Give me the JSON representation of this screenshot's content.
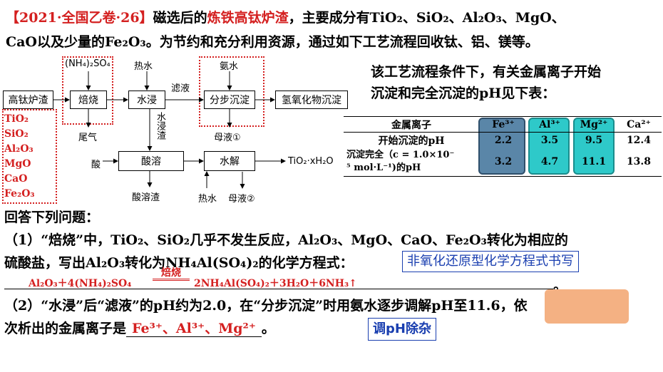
{
  "header": {
    "tag": "【2021·全国乙卷·26】",
    "intro1": "磁选后的",
    "highlight": "炼铁高钛炉渣",
    "intro2": "，主要成分有TiO₂、SiO₂、Al₂O₃、MgO、",
    "line2": "CaO以及少量的Fe₂O₃。为节约和充分利用资源，通过如下工艺流程回收钛、铝、镁等。"
  },
  "flow": {
    "reagent_nh4so4": "(NH₄)₂SO₄",
    "hot_water_top": "热水",
    "ammonia": "氨水",
    "filtrate": "滤液",
    "start": "高钛炉渣",
    "roast": "焙烧",
    "leach": "水浸",
    "precip": "分步沉淀",
    "hydroxide": "氢氧化物沉淀",
    "tail_gas": "尾气",
    "residue": "水浸渣",
    "mother1": "母液①",
    "acid": "酸",
    "acid_dissolve": "酸溶",
    "hydrolysis": "水解",
    "product": "TiO₂·xH₂O",
    "acid_residue": "酸溶渣",
    "hot_water_bottom": "热水",
    "mother2": "母液②",
    "components": [
      "TiO₂",
      "SiO₂",
      "Al₂O₃",
      "MgO",
      "CaO",
      "Fe₂O₃"
    ]
  },
  "right_text": {
    "line1": "该工艺流程条件下，有关金属离子开始",
    "line2": "沉淀和完全沉淀的pH见下表："
  },
  "table": {
    "header": "金属离子",
    "ions": [
      "Fe³⁺",
      "Al³⁺",
      "Mg²⁺",
      "Ca²⁺"
    ],
    "row1_label": "开始沉淀的pH",
    "row1": [
      "2.2",
      "3.5",
      "9.5",
      "12.4"
    ],
    "row2_label_a": "沉淀完全（c = 1.0×10⁻",
    "row2_label_b": "⁵ mol·L⁻¹)的pH",
    "row2": [
      "3.2",
      "4.7",
      "11.1",
      "13.8"
    ]
  },
  "questions": {
    "prompt": "回答下列问题：",
    "q1_a": "（1）“焙烧”中，TiO₂、SiO₂几乎不发生反应，Al₂O₃、MgO、CaO、Fe₂O₃转化为相应的",
    "q1_b": "硫酸盐，写出Al₂O₃转化为NH₄Al(SO₄)₂的化学方程式：",
    "note1": "非氧化还原型化学方程式书写",
    "eq_left": "Al₂O₃＋4(NH₄)₂SO₄",
    "eq_condition": "焙烧",
    "eq_right": "2NH₄Al(SO₄)₂＋3H₂O＋6NH₃↑",
    "eq_end": "。",
    "q2_a": "（2）“水浸”后“滤液”的pH约为2.0，在“分步沉淀”时用氨水逐步调解",
    "q2_ph": "pH至11.6",
    "q2_b": "，依",
    "q2_c": "次析出的金属离子是",
    "q2_answer": "Fe³⁺、Al³⁺、Mg²⁺",
    "q2_end": "。",
    "note2": "调pH除杂"
  },
  "colors": {
    "red": "#d42020",
    "blue": "#1a3fb0",
    "cyan": "#2ec9c9",
    "steel": "#5a86a8",
    "orange": "#f4b183"
  }
}
